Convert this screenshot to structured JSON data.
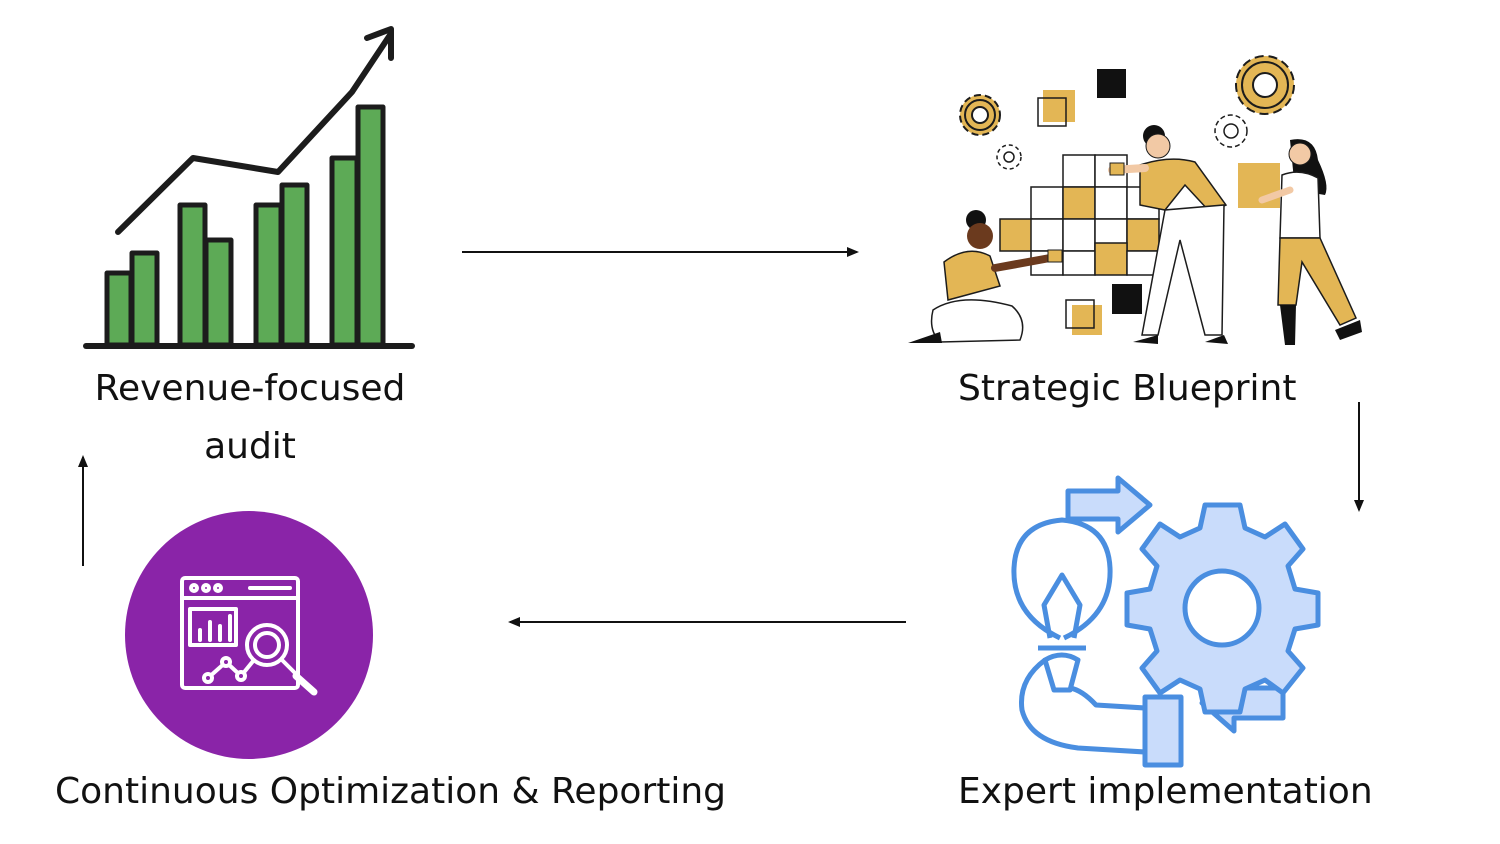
{
  "steps": {
    "audit": {
      "line1": "Revenue-focused",
      "line2": "audit",
      "icon": "growth-bar-chart-icon"
    },
    "blueprint": {
      "label": "Strategic Blueprint",
      "icon": "team-building-puzzle-illustration"
    },
    "implementation": {
      "label": "Expert implementation",
      "icon": "lightbulb-gear-hand-icon"
    },
    "optimization": {
      "label": "Continuous Optimization & Reporting",
      "icon": "analytics-magnifier-icon"
    }
  },
  "colors": {
    "bar_green": "#5daa56",
    "gold": "#e3b655",
    "blue": "#4a8ee0",
    "blue_fill": "#c9dcfb",
    "purple": "#8a24a8",
    "ink": "#111111"
  }
}
